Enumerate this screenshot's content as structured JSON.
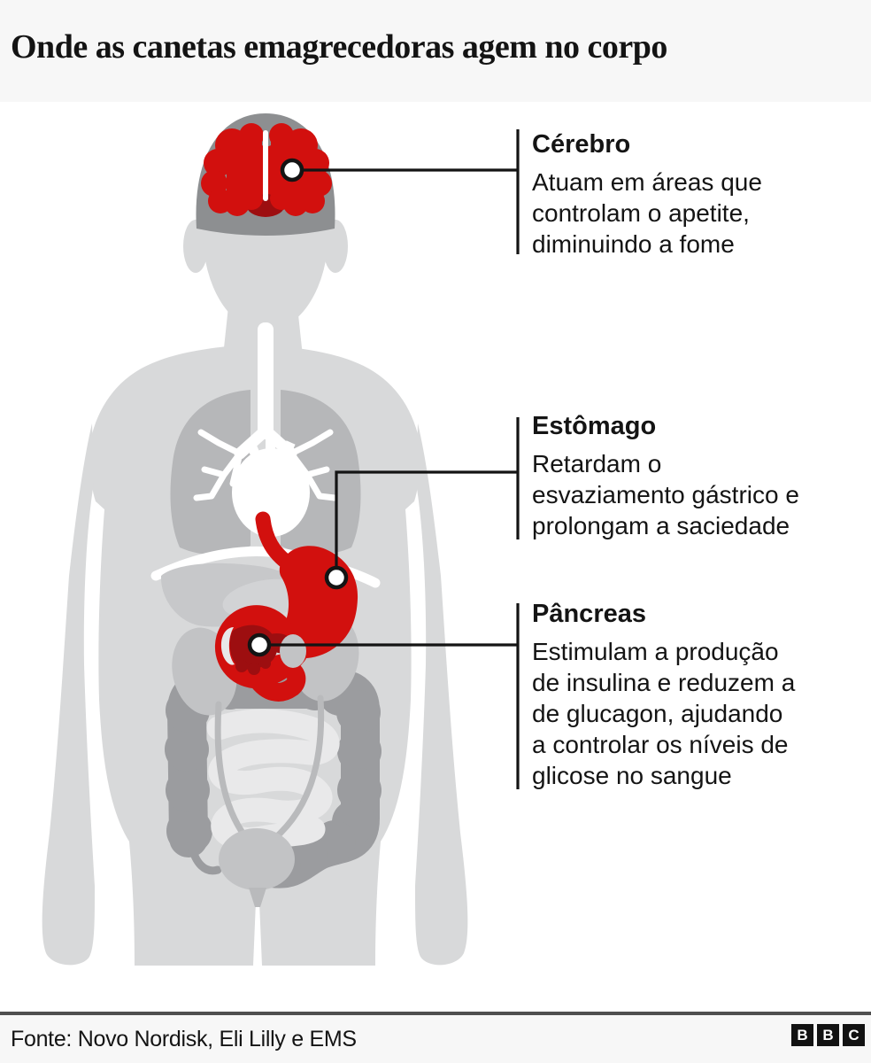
{
  "header": {
    "title": "Onde as canetas emagrecedoras agem no corpo"
  },
  "annotations": [
    {
      "id": "cerebro",
      "label": "Cérebro",
      "description": "Atuam em áreas que\ncontrolam o apetite,\ndiminuindo a fome"
    },
    {
      "id": "estomago",
      "label": "Estômago",
      "description": "Retardam o\nesvaziamento gástrico e\nprolongam a saciedade"
    },
    {
      "id": "pancreas",
      "label": "Pâncreas",
      "description": "Estimulam a produção\nde insulina e reduzem a\nde glucagon, ajudando\na controlar os níveis de\nglicose no sangue"
    }
  ],
  "figure": {
    "type": "front-facing human anatomy silhouette",
    "highlighted_organs": [
      "cérebro",
      "estômago",
      "pâncreas"
    ],
    "other_organs_shown": [
      "pulmões",
      "coração",
      "traqueia",
      "fígado",
      "rins",
      "intestino grosso",
      "intestino delgado",
      "bexiga"
    ]
  },
  "footer": {
    "source": "Fonte: Novo Nordisk, Eli Lilly e EMS",
    "logo": [
      "B",
      "B",
      "C"
    ]
  },
  "colors": {
    "header_band": "#f7f7f7",
    "rule": "#4f4f4f",
    "text": "#141414",
    "line": "#141414",
    "body": "#d8d9da",
    "skull": "#8d8f91",
    "organ_red": "#d2100e",
    "organ_dark_red": "#9d0e10",
    "lungs": "#b6b7b9",
    "liver": "#c7c8ca",
    "kidney": "#c2c3c5",
    "colon": "#9b9c9f",
    "small_intestine": "#e9e9ea",
    "ureter": "#b9babc",
    "white_organ": "#ffffff"
  }
}
